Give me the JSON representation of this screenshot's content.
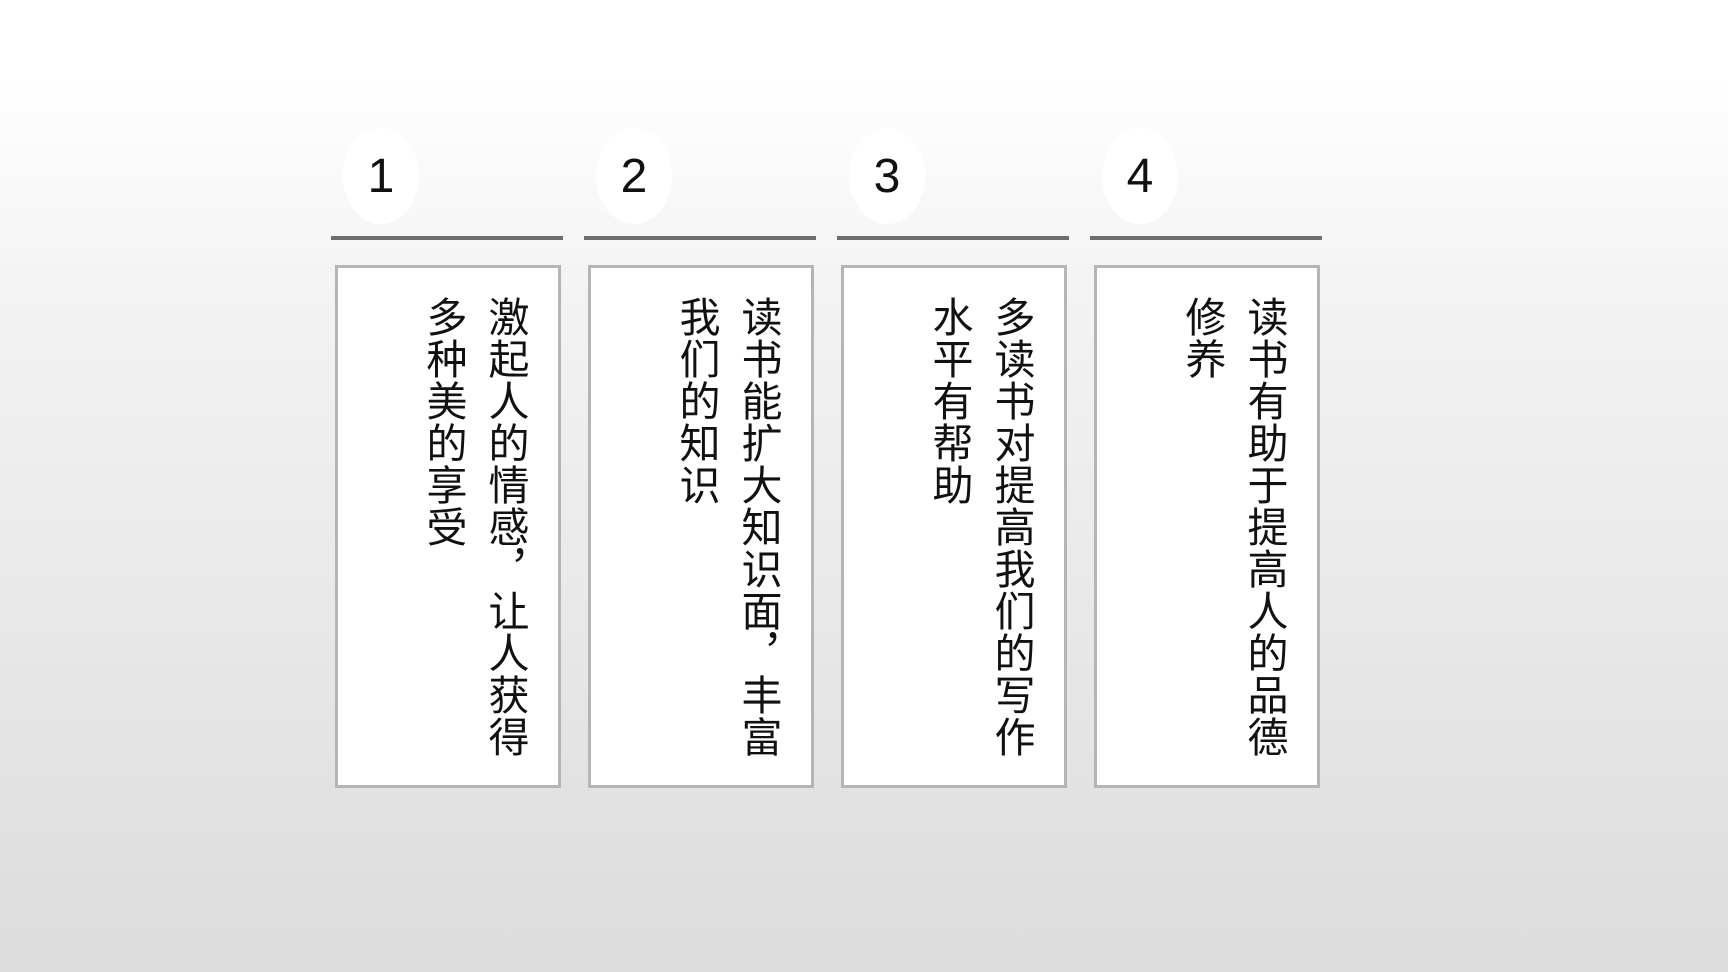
{
  "cards": [
    {
      "number": "1",
      "text": "激起人的情感，让人获得多种美的享受"
    },
    {
      "number": "2",
      "text": "读书能扩大知识面，丰富我们的知识"
    },
    {
      "number": "3",
      "text": "多读书对提高我们的写作水平有帮助"
    },
    {
      "number": "4",
      "text": "读书有助于提高人的品德修养"
    }
  ]
}
